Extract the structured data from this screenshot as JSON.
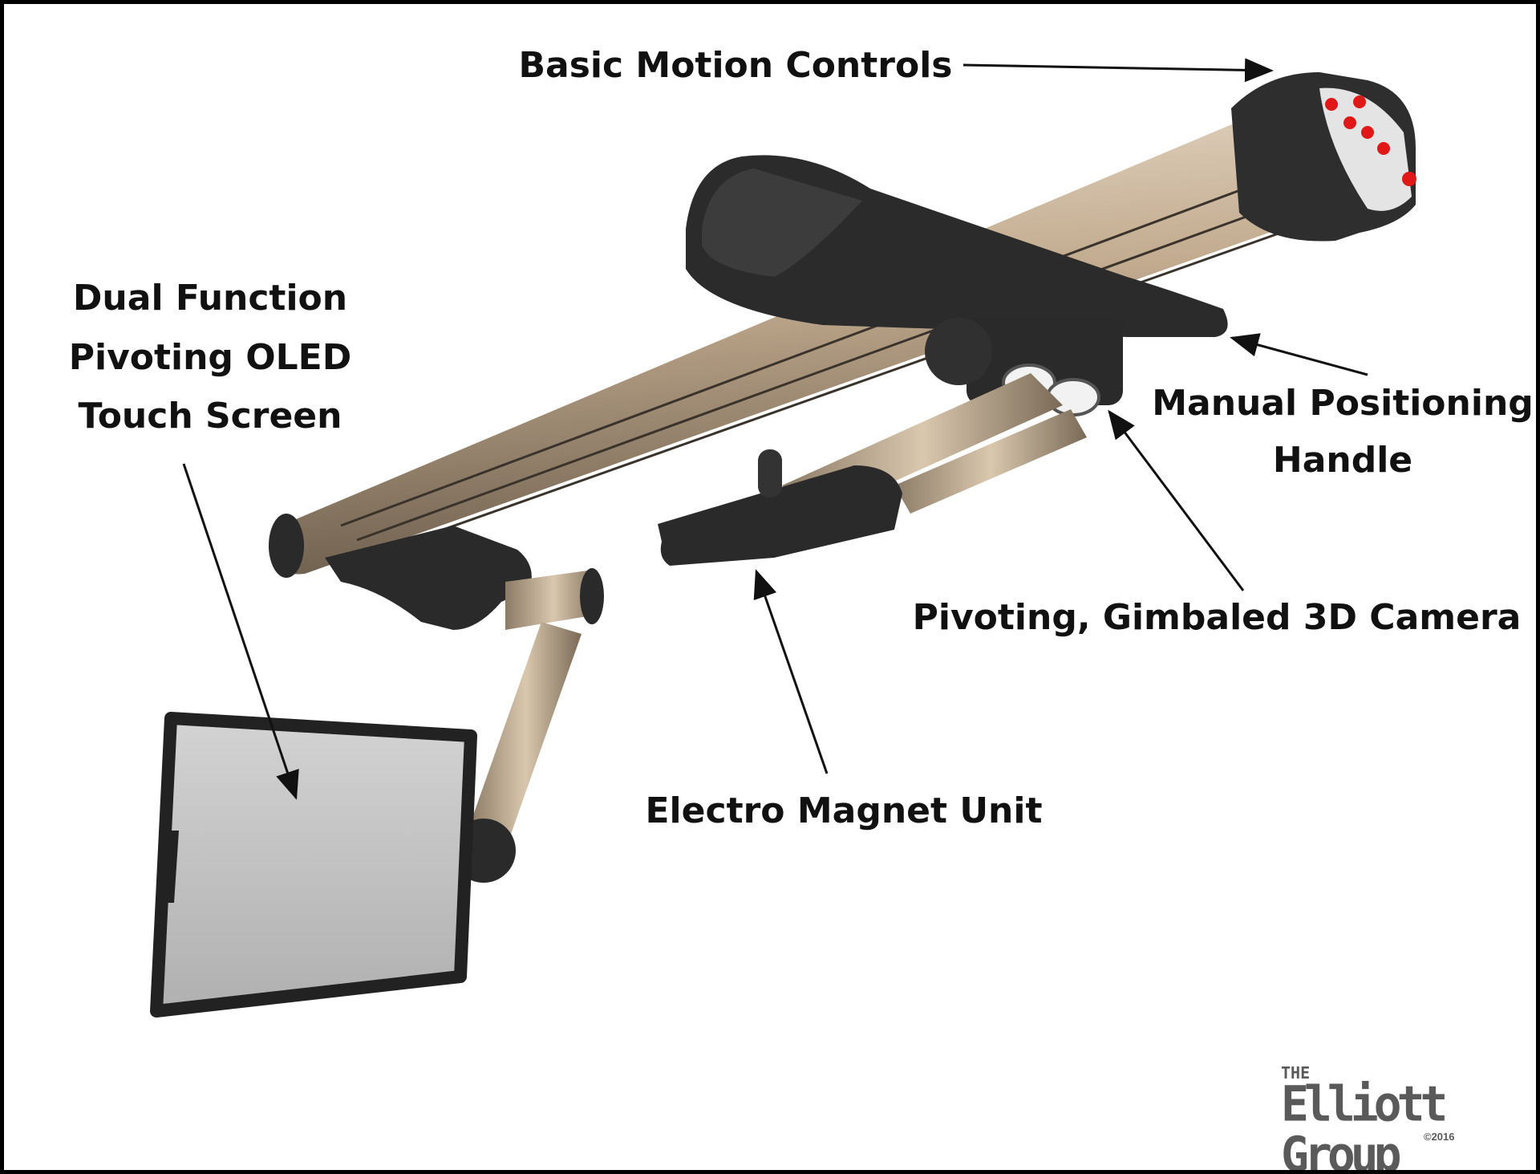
{
  "labels": {
    "motion_controls": "Basic Motion Controls",
    "oled_line1": "Dual Function",
    "oled_line2": "Pivoting OLED",
    "oled_line3": "Touch Screen",
    "handle_line1": "Manual Positioning",
    "handle_line2": "Handle",
    "camera": "Pivoting, Gimbaled 3D Camera",
    "magnet": "Electro Magnet Unit"
  },
  "logo": {
    "the": "THE",
    "name": "Elliott Group",
    "copyright": "©2016"
  },
  "colors": {
    "rail": "#c9b49a",
    "plastic": "#2b2b2b",
    "screen": "#b9b9b9",
    "button": "#e01818"
  }
}
